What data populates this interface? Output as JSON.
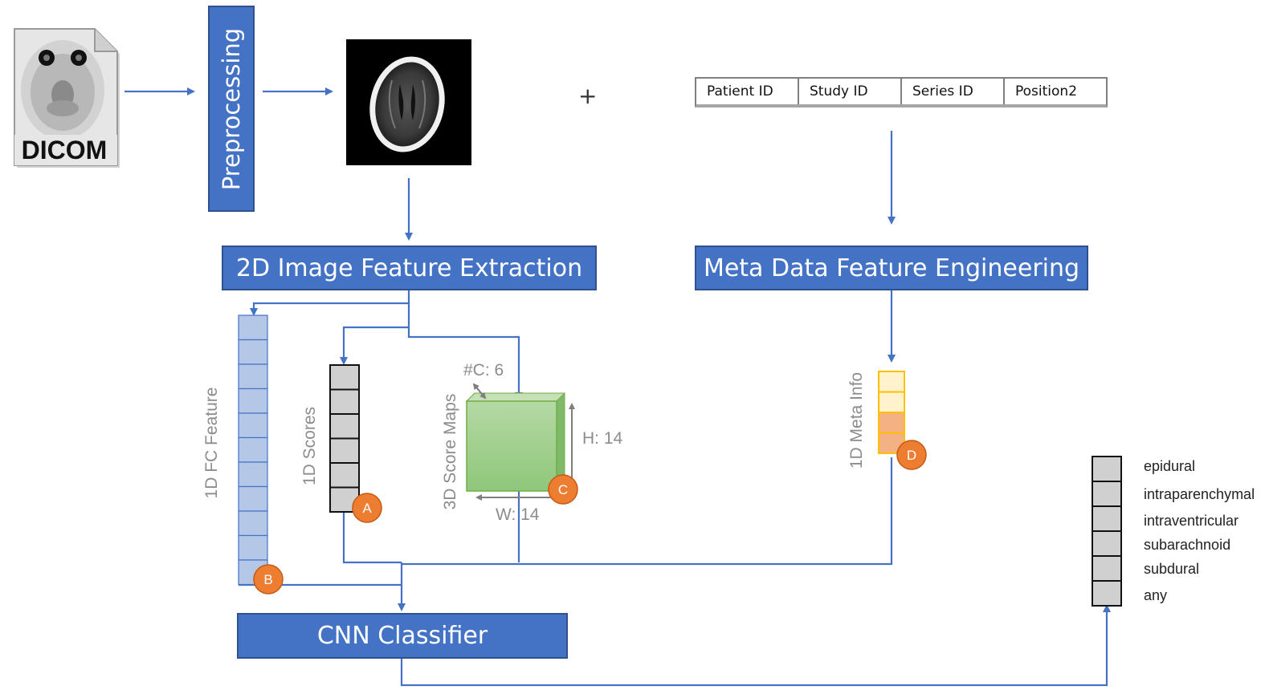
{
  "input": {
    "file_label": "DICOM"
  },
  "steps": {
    "preprocessing": "Preprocessing",
    "image_feature": "2D Image Feature Extraction",
    "meta_feature": "Meta Data Feature Engineering",
    "classifier": "CNN Classifier"
  },
  "operator": "+",
  "meta_fields": [
    "Patient ID",
    "Study ID",
    "Series ID",
    "Position2"
  ],
  "features": {
    "fc": "1D FC Feature",
    "scores": "1D Scores",
    "score_maps": "3D Score Maps",
    "meta_info": "1D Meta Info",
    "channels": "#C: 6",
    "height": "H: 14",
    "width": "W: 14"
  },
  "markers": [
    "A",
    "B",
    "C",
    "D"
  ],
  "outputs": [
    "epidural",
    "intraparenchymal",
    "intraventricular",
    "subarachnoid",
    "subdural",
    "any"
  ],
  "colors": {
    "box_fill": "#4472C4",
    "box_border": "#2F528F",
    "arrow": "#4472C4",
    "marker": "#ED7D31",
    "fc_cells": "#B4C7E7",
    "score_cells": "#D0D0D0",
    "score_map": "#A9D18E",
    "meta_light": "#FFF2CC",
    "meta_dark": "#F4B183",
    "meta_border": "#FFC000"
  }
}
